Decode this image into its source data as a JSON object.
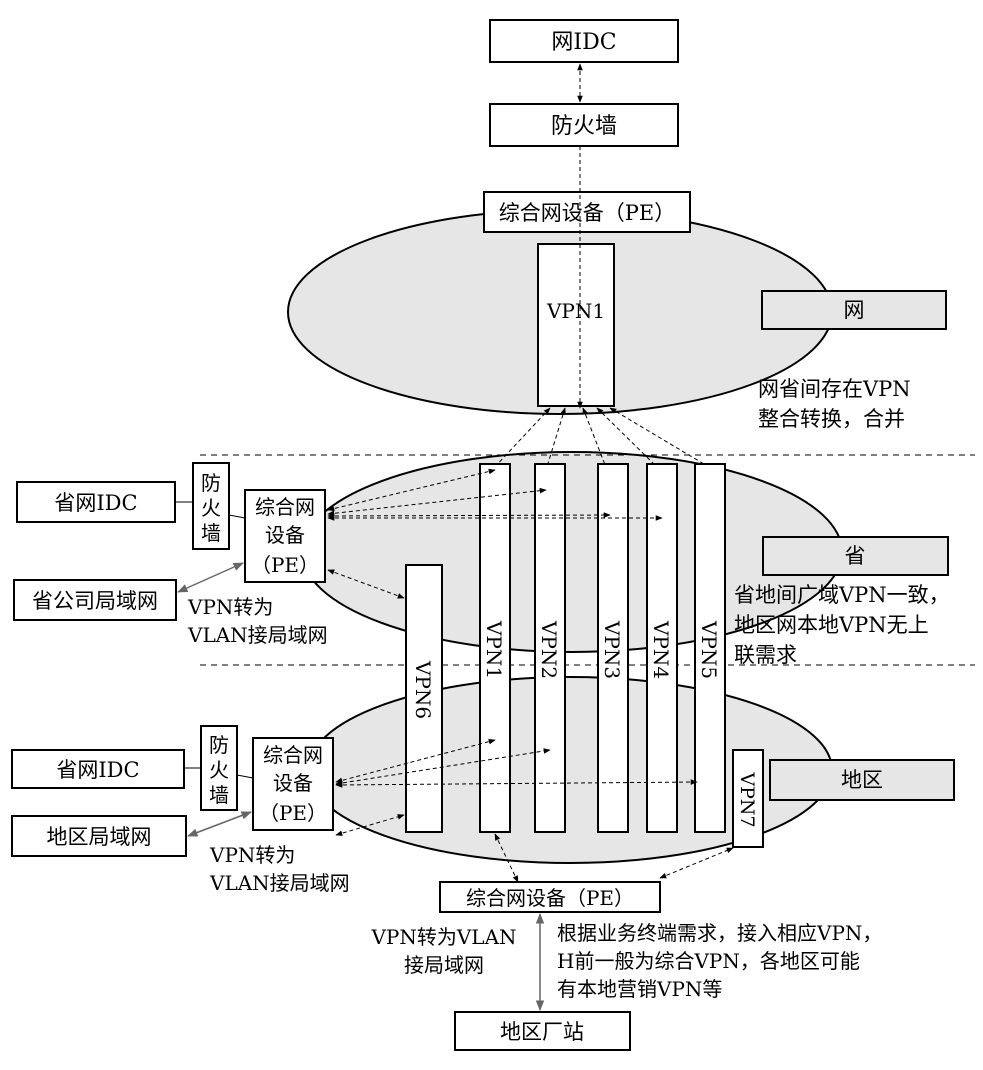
{
  "colors": {
    "ellipse_fill": "#e6e6e6",
    "stroke": "#000000",
    "solid_link": "#666666"
  },
  "national": {
    "idc": "网IDC",
    "firewall": "防火墙",
    "pe": "综合网设备（PE）",
    "vpn1": "VPN1",
    "region_label": "网",
    "note_line1": "网省间存在VPN",
    "note_line2": "整合转换，合并"
  },
  "province": {
    "idc": "省网IDC",
    "firewall_chars": [
      "防",
      "火",
      "墙"
    ],
    "pe_lines": [
      "综合网",
      "设备",
      "（PE）"
    ],
    "lan": "省公司局域网",
    "lan_note_line1": "VPN转为",
    "lan_note_line2": "VLAN接局域网",
    "vpns": [
      "VPN1",
      "VPN2",
      "VPN3",
      "VPN4",
      "VPN5"
    ],
    "region_label": "省",
    "note_line1": "省地间广域VPN一致，",
    "note_line2": "地区网本地VPN无上",
    "note_line3": "联需求"
  },
  "region": {
    "idc": "省网IDC",
    "firewall_chars": [
      "防",
      "火",
      "墙"
    ],
    "pe_lines": [
      "综合网",
      "设备",
      "（PE）"
    ],
    "lan": "地区局域网",
    "lan_note_line1": "VPN转为",
    "lan_note_line2": "VLAN接局域网",
    "vpn6": "VPN6",
    "vpn7": "VPN7",
    "region_label": "地区",
    "pe_bottom": "综合网设备（PE）",
    "bottom_note_line1": "VPN转为VLAN",
    "bottom_note_line2": "接局域网",
    "side_note_line1": "根据业务终端需求，接入相应VPN，",
    "side_note_line2": "H前一般为综合VPN，各地区可能",
    "side_note_line3": "有本地营销VPN等",
    "station": "地区厂站"
  }
}
